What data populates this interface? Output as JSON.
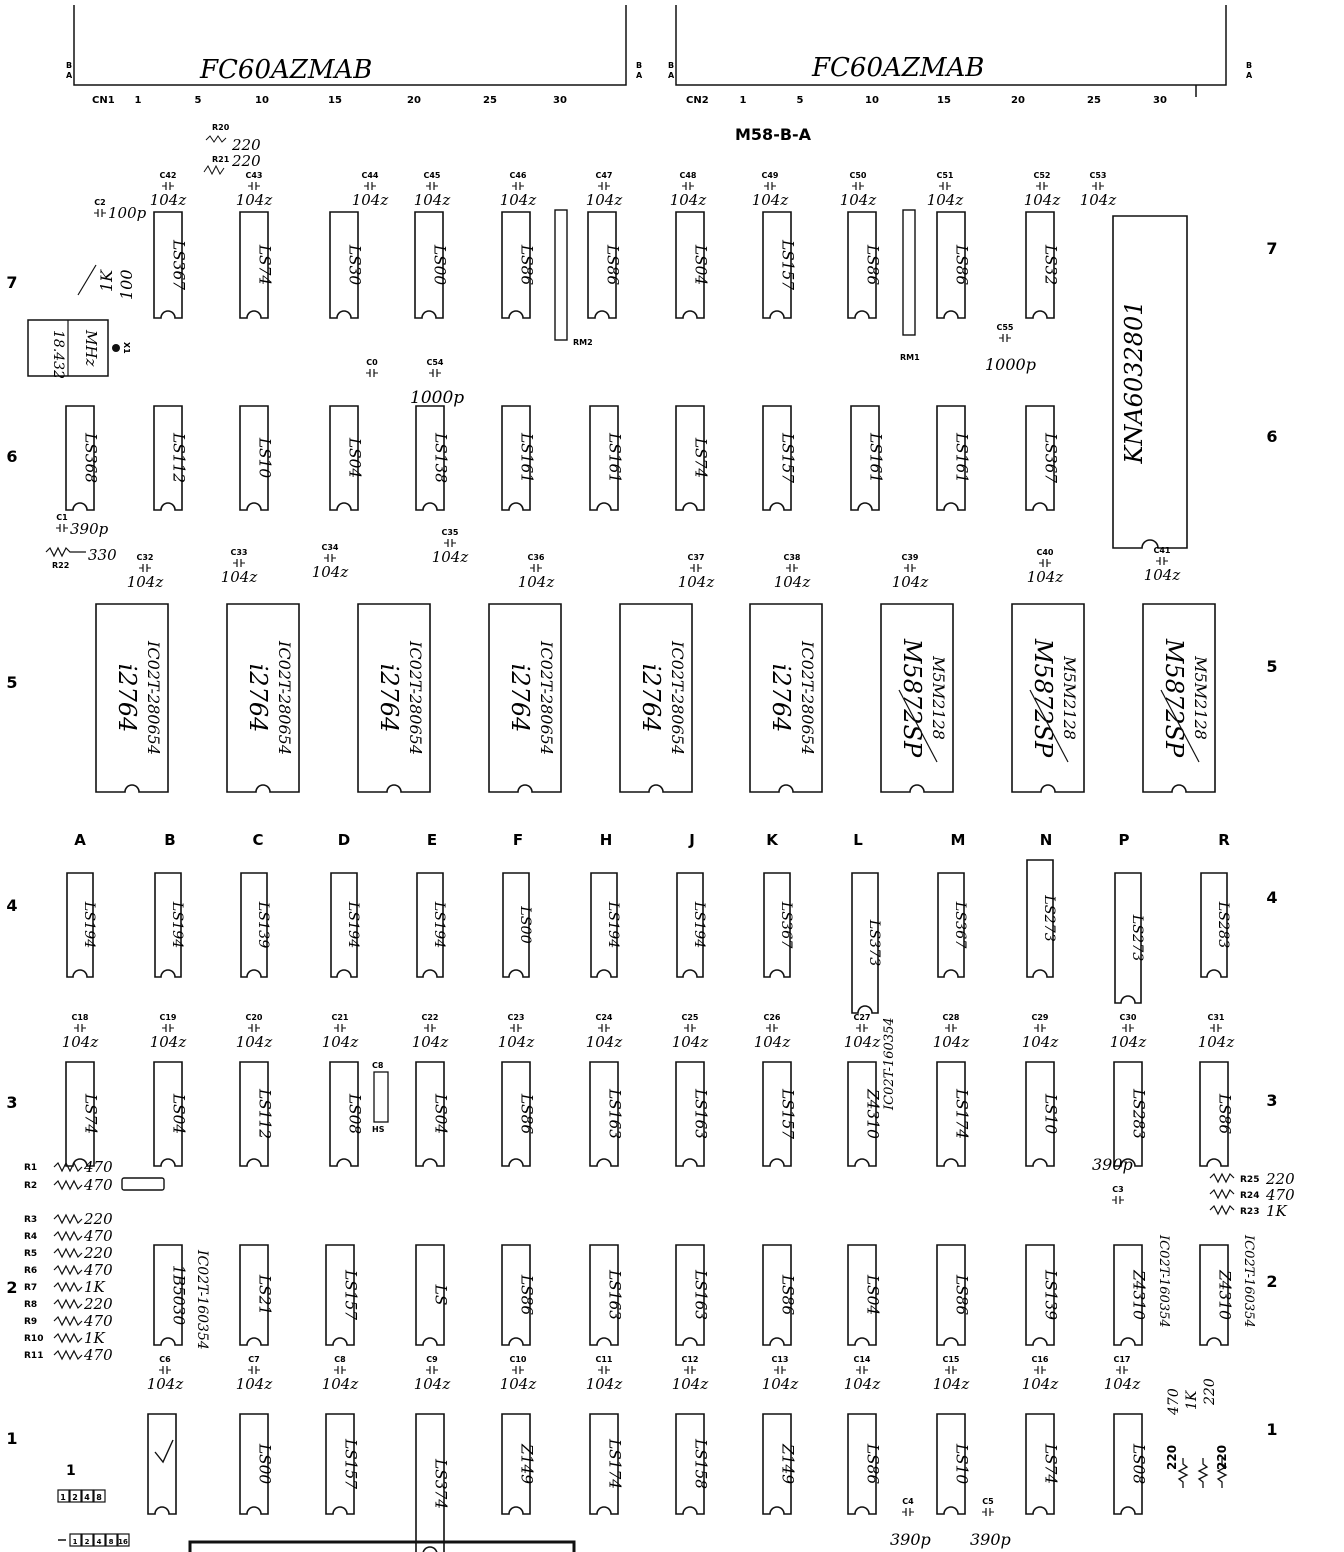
{
  "title": "M58-B-A",
  "connectors": [
    {
      "id": "CN1",
      "part": "FC60AZMAB",
      "pins": [
        "1",
        "5",
        "10",
        "15",
        "20",
        "25",
        "30"
      ],
      "side_labels": [
        "B",
        "A"
      ]
    },
    {
      "id": "CN2",
      "part": "FC60AZMAB",
      "pins": [
        "1",
        "5",
        "10",
        "15",
        "20",
        "25",
        "30"
      ],
      "side_labels": [
        "B",
        "A"
      ]
    }
  ],
  "row_labels": [
    "7",
    "6",
    "5",
    "4",
    "3",
    "2",
    "1"
  ],
  "column_labels": [
    "A",
    "B",
    "C",
    "D",
    "E",
    "F",
    "H",
    "J",
    "K",
    "L",
    "M",
    "N",
    "P",
    "R"
  ],
  "rows": {
    "row7": {
      "chips": [
        "LS367",
        "LS74",
        "LS30",
        "LS00",
        "LS86",
        "LS86",
        "LS04",
        "LS157",
        "LS86",
        "LS86",
        "LS32"
      ],
      "caps": [
        {
          "ref": "C42",
          "val": "104z"
        },
        {
          "ref": "C43",
          "val": "104z"
        },
        {
          "ref": "C44",
          "val": "104z"
        },
        {
          "ref": "C45",
          "val": "104z"
        },
        {
          "ref": "C46",
          "val": "104z"
        },
        {
          "ref": "C47",
          "val": "104z"
        },
        {
          "ref": "C48",
          "val": "104z"
        },
        {
          "ref": "C49",
          "val": "104z"
        },
        {
          "ref": "C50",
          "val": "104z"
        },
        {
          "ref": "C51",
          "val": "104z"
        },
        {
          "ref": "C52",
          "val": "104z"
        },
        {
          "ref": "C53",
          "val": "104z"
        }
      ],
      "big_chip": "KNA6032801"
    },
    "row6": {
      "chips": [
        "LS368",
        "LS112",
        "LS10",
        "LS04",
        "LS138",
        "LS161",
        "LS161",
        "LS74",
        "LS157",
        "LS161",
        "LS161",
        "LS367"
      ],
      "caps": [
        {
          "ref": "C0",
          "val": ""
        },
        {
          "ref": "C54",
          "val": "1000p"
        },
        {
          "ref": "C55",
          "val": "1000p"
        }
      ]
    },
    "row5": {
      "chips": [
        {
          "a": "i2764",
          "b": "IC02T-280654"
        },
        {
          "a": "i2764",
          "b": "IC02T-280654"
        },
        {
          "a": "i2764",
          "b": "IC02T-280654"
        },
        {
          "a": "i2764",
          "b": "IC02T-280654"
        },
        {
          "a": "i2764",
          "b": "IC02T-280654"
        },
        {
          "a": "i2764",
          "b": "IC02T-280654"
        },
        {
          "a": "M5872SP",
          "b": "M5M2128"
        },
        {
          "a": "M5872SP",
          "b": "M5M2128"
        },
        {
          "a": "M5872SP",
          "b": "M5M2128"
        }
      ],
      "caps": [
        {
          "ref": "C32",
          "val": "104z"
        },
        {
          "ref": "C33",
          "val": "104z"
        },
        {
          "ref": "C34",
          "val": "104z"
        },
        {
          "ref": "C35",
          "val": "104z"
        },
        {
          "ref": "C36",
          "val": "104z"
        },
        {
          "ref": "C37",
          "val": "104z"
        },
        {
          "ref": "C38",
          "val": "104z"
        },
        {
          "ref": "C39",
          "val": "104z"
        },
        {
          "ref": "C40",
          "val": "104z"
        },
        {
          "ref": "C41",
          "val": "104z"
        }
      ]
    },
    "row4": {
      "chips": [
        "LS194",
        "LS194",
        "LS139",
        "LS194",
        "LS194",
        "LS00",
        "LS194",
        "LS194",
        "LS367",
        "LS373",
        "LS367",
        "LS273",
        "LS273",
        "LS283"
      ]
    },
    "row3": {
      "chips": [
        "LS74",
        "LS04",
        "LS112",
        "LS08",
        "LS04",
        "LS86",
        "LS163",
        "LS163",
        "LS157",
        "Z4310",
        "LS174",
        "LS10",
        "LS283",
        "LS86"
      ],
      "caps": [
        {
          "ref": "C18",
          "val": "104z"
        },
        {
          "ref": "C19",
          "val": "104z"
        },
        {
          "ref": "C20",
          "val": "104z"
        },
        {
          "ref": "C21",
          "val": "104z"
        },
        {
          "ref": "C22",
          "val": "104z"
        },
        {
          "ref": "C23",
          "val": "104z"
        },
        {
          "ref": "C24",
          "val": "104z"
        },
        {
          "ref": "C25",
          "val": "104z"
        },
        {
          "ref": "C26",
          "val": "104z"
        },
        {
          "ref": "C27",
          "val": "104z"
        },
        {
          "ref": "C28",
          "val": "104z"
        },
        {
          "ref": "C29",
          "val": "104z"
        },
        {
          "ref": "C30",
          "val": "104z"
        },
        {
          "ref": "C31",
          "val": "104z"
        }
      ],
      "extra_label": "IC02T-160354"
    },
    "row2": {
      "chips": [
        "1B5030",
        "LS21",
        "LS157",
        "LS",
        "LS86",
        "LS163",
        "LS163",
        "LS86",
        "LS04",
        "LS86",
        "LS139",
        "Z4310",
        "Z4310"
      ],
      "sublabels": [
        "IC02T-160354",
        "IC02T-160354",
        "IC02T-160354"
      ]
    },
    "row1": {
      "chips": [
        "",
        "LS00",
        "LS157",
        "LS374",
        "Z149",
        "LS174",
        "LS158",
        "Z149",
        "LS86",
        "LS10",
        "LS74",
        "LS08"
      ],
      "caps": [
        {
          "ref": "C6",
          "val": "104z"
        },
        {
          "ref": "C7",
          "val": "104z"
        },
        {
          "ref": "C8",
          "val": "104z"
        },
        {
          "ref": "C9",
          "val": "104z"
        },
        {
          "ref": "C10",
          "val": "104z"
        },
        {
          "ref": "C11",
          "val": "104z"
        },
        {
          "ref": "C12",
          "val": "104z"
        },
        {
          "ref": "C13",
          "val": "104z"
        },
        {
          "ref": "C14",
          "val": "104z"
        },
        {
          "ref": "C15",
          "val": "104z"
        },
        {
          "ref": "C16",
          "val": "104z"
        },
        {
          "ref": "C17",
          "val": "104z"
        }
      ],
      "bottom_caps": [
        {
          "ref": "C4",
          "val": "390p"
        },
        {
          "ref": "C5",
          "val": "390p"
        }
      ]
    }
  },
  "resistors_left": [
    {
      "ref": "R1",
      "val": "470"
    },
    {
      "ref": "R2",
      "val": "470"
    },
    {
      "ref": "R3",
      "val": "220"
    },
    {
      "ref": "R4",
      "val": "470"
    },
    {
      "ref": "R5",
      "val": "220"
    },
    {
      "ref": "R6",
      "val": "470"
    },
    {
      "ref": "R7",
      "val": "1K"
    },
    {
      "ref": "R8",
      "val": "220"
    },
    {
      "ref": "R9",
      "val": "470"
    },
    {
      "ref": "R10",
      "val": "1K"
    },
    {
      "ref": "R11",
      "val": "470"
    }
  ],
  "resistors_right": [
    {
      "ref": "R25",
      "val": "220"
    },
    {
      "ref": "R24",
      "val": "470"
    },
    {
      "ref": "R23",
      "val": "1K"
    }
  ],
  "misc": {
    "r20": "R20",
    "r20_val": "220",
    "r21": "R21",
    "r21_val": "220",
    "c2": "C2",
    "c2_val": "100p",
    "c1": "C1",
    "c1_val": "390p",
    "r22": "R22",
    "r22_val": "330",
    "c3": "C3",
    "c3_val": "390p",
    "crystal": "18.432",
    "crystal_unit": "MHz",
    "x1": "X1",
    "rm1": "RM1",
    "rm2": "RM2",
    "hs": "HS",
    "c8": "C8",
    "r19_val": "1K",
    "r18_val": "100",
    "r14": "470",
    "r15": "1K",
    "r16": "220",
    "bottom_220": "220",
    "dip1": [
      "1",
      "2",
      "4",
      "8"
    ],
    "dip2": [
      "1",
      "2",
      "4",
      "8",
      "16"
    ],
    "dip_label": "1"
  }
}
